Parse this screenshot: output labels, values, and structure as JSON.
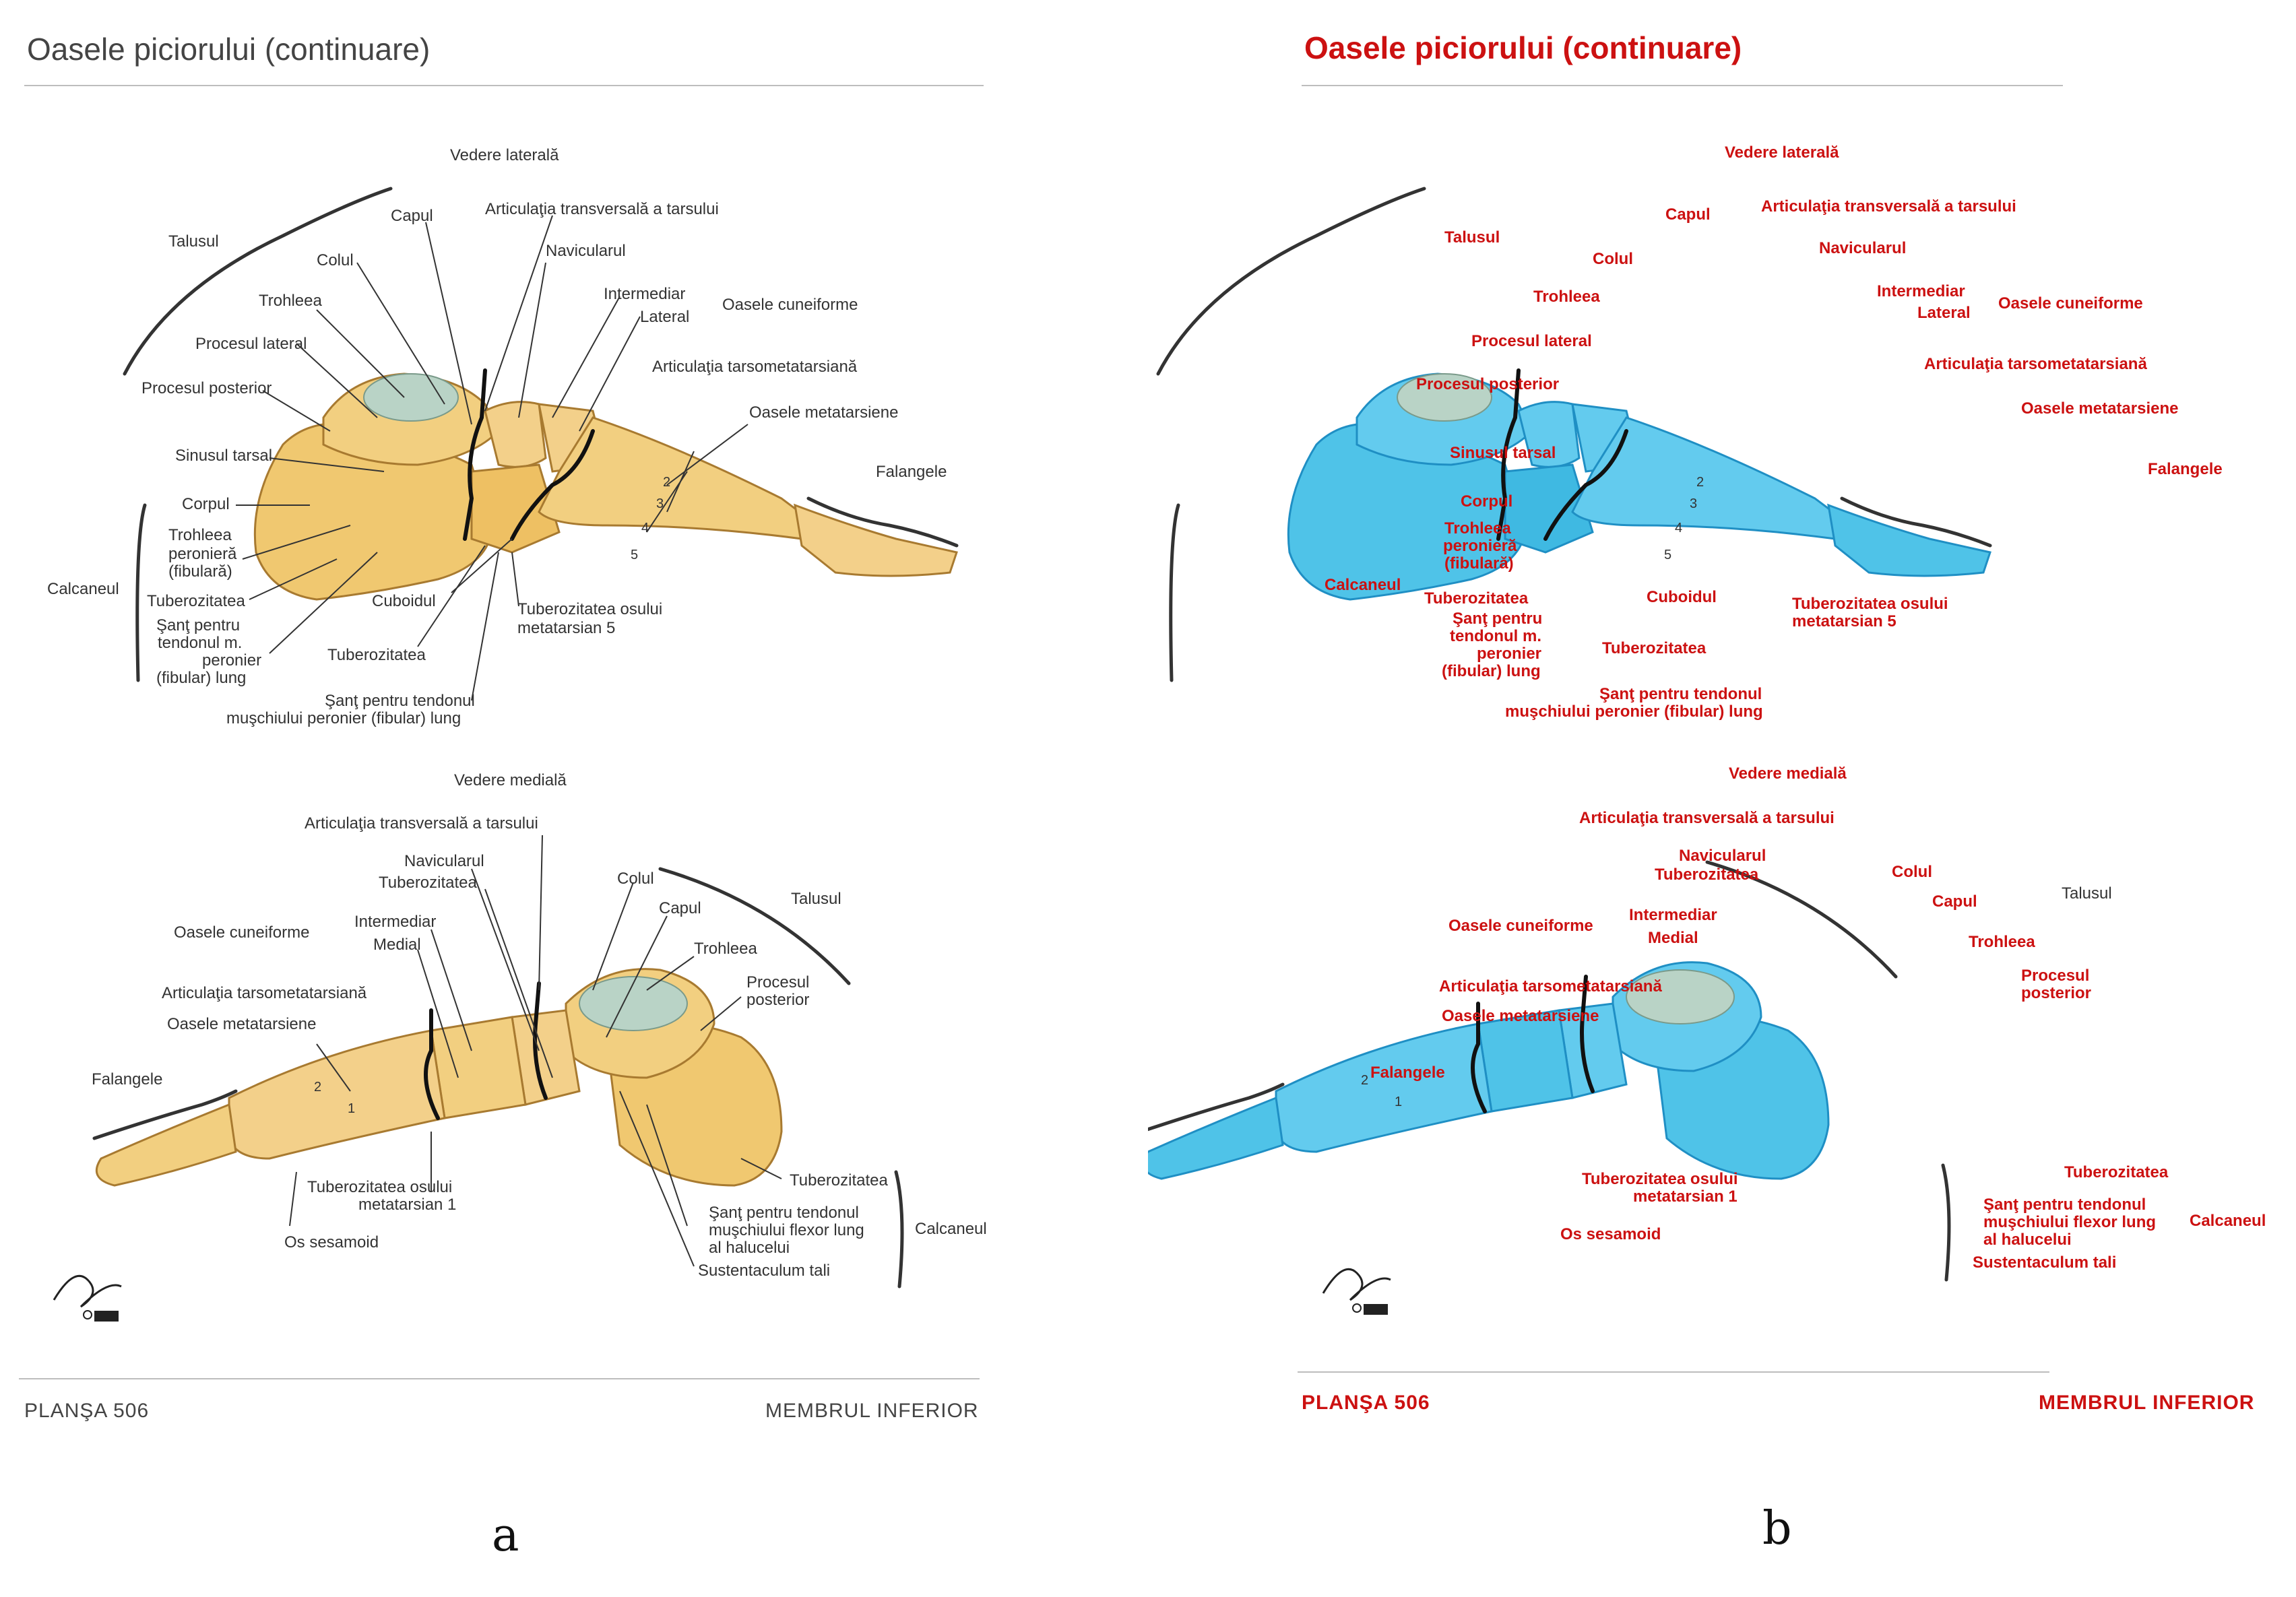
{
  "colors": {
    "panel_a_bone": "#f0c870",
    "panel_a_bone_dark": "#d89a30",
    "panel_b_bone": "#4fc3e8",
    "panel_b_bone_dark": "#1f8fc4",
    "cartilage": "#b9d3c6",
    "label_a": "#333333",
    "label_b": "#cc1111"
  },
  "header": {
    "title": "Oasele piciorului (continuare)"
  },
  "footer": {
    "left": "PLANŞA 506",
    "right": "MEMBRUL INFERIOR"
  },
  "panel_letters": [
    "a",
    "b"
  ],
  "signature_icon": "netter-signature-icon",
  "lateral_view": {
    "title": "Vedere laterală",
    "labels": {
      "talusul": "Talusul",
      "capul": "Capul",
      "art_transv": "Articulaţia transversală a tarsului",
      "colul": "Colul",
      "navicularul": "Navicularul",
      "trohleea": "Trohleea",
      "intermediar": "Intermediar",
      "lateral": "Lateral",
      "oasele_cuneiforme": "Oasele cuneiforme",
      "procesul_lateral": "Procesul lateral",
      "art_tarsomet": "Articulaţia tarsometatarsiană",
      "procesul_posterior": "Procesul posterior",
      "oasele_metatarsiene": "Oasele metatarsiene",
      "sinusul_tarsal": "Sinusul tarsal",
      "falangele": "Falangele",
      "corpul": "Corpul",
      "trohleea_peroniera_1": "Trohleea",
      "trohleea_peroniera_2": "peronieră",
      "trohleea_peroniera_3": "(fibulară)",
      "calcaneul": "Calcaneul",
      "tuberozitatea": "Tuberozitatea",
      "cuboidul": "Cuboidul",
      "tub_met5_1": "Tuberozitatea osului",
      "tub_met5_2": "metatarsian 5",
      "sant_1": "Şanţ pentru",
      "sant_2": "tendonul m.",
      "sant_3": "peronier",
      "sant_4": "(fibular) lung",
      "tuberozitatea2": "Tuberozitatea",
      "sant_tendon_1": "Şanţ pentru tendonul",
      "sant_tendon_2": "muşchiului peronier (fibular) lung",
      "n2": "2",
      "n3": "3",
      "n4": "4",
      "n5": "5"
    }
  },
  "medial_view": {
    "title": "Vedere medială",
    "labels": {
      "art_transv": "Articulaţia transversală a tarsului",
      "navicularul": "Navicularul",
      "tuberozitatea": "Tuberozitatea",
      "colul": "Colul",
      "talusul": "Talusul",
      "oasele_cuneiforme": "Oasele cuneiforme",
      "intermediar": "Intermediar",
      "medial": "Medial",
      "capul": "Capul",
      "trohleea": "Trohleea",
      "art_tarsomet": "Articulaţia tarsometatarsiană",
      "procesul_1": "Procesul",
      "procesul_2": "posterior",
      "oasele_metatarsiene": "Oasele metatarsiene",
      "falangele": "Falangele",
      "tub_calc": "Tuberozitatea",
      "tub_met1_1": "Tuberozitatea osului",
      "tub_met1_2": "metatarsian 1",
      "sant_1": "Şanţ pentru tendonul",
      "sant_2": "muşchiului flexor lung",
      "sant_3": "al halucelui",
      "calcaneul": "Calcaneul",
      "os_sesamoid": "Os sesamoid",
      "sustentaculum": "Sustentaculum tali",
      "n1": "1",
      "n2": "2"
    }
  }
}
